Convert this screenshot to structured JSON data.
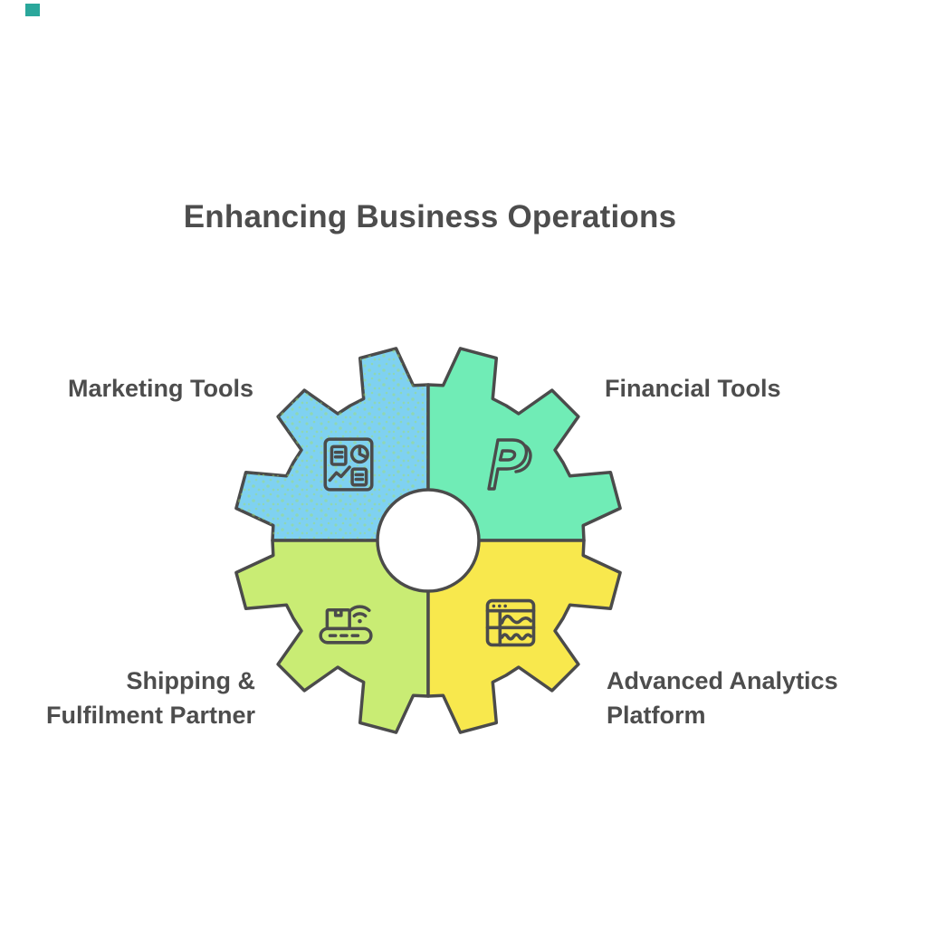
{
  "title": "Enhancing Business Operations",
  "corner_mark": {
    "color": "#2aa79b"
  },
  "colors": {
    "outline": "#4b4b4b",
    "text": "#4d4d4d",
    "hub": "#ffffff",
    "speckle": "#9fdf6a"
  },
  "segments": [
    {
      "id": "marketing",
      "label": "Marketing Tools",
      "icon": "dashboard-charts-icon",
      "color": "#7fd1f1",
      "position": "top-left"
    },
    {
      "id": "financial",
      "label": "Financial Tools",
      "icon": "paypal-icon",
      "color": "#70ecb6",
      "position": "top-right"
    },
    {
      "id": "shipping",
      "label": "Shipping &\nFulfilment Partner",
      "icon": "conveyor-wifi-icon",
      "color": "#c9ec74",
      "position": "bottom-left"
    },
    {
      "id": "analytics",
      "label": "Advanced Analytics\nPlatform",
      "icon": "analytics-window-icon",
      "color": "#f8e84d",
      "position": "bottom-right"
    }
  ]
}
